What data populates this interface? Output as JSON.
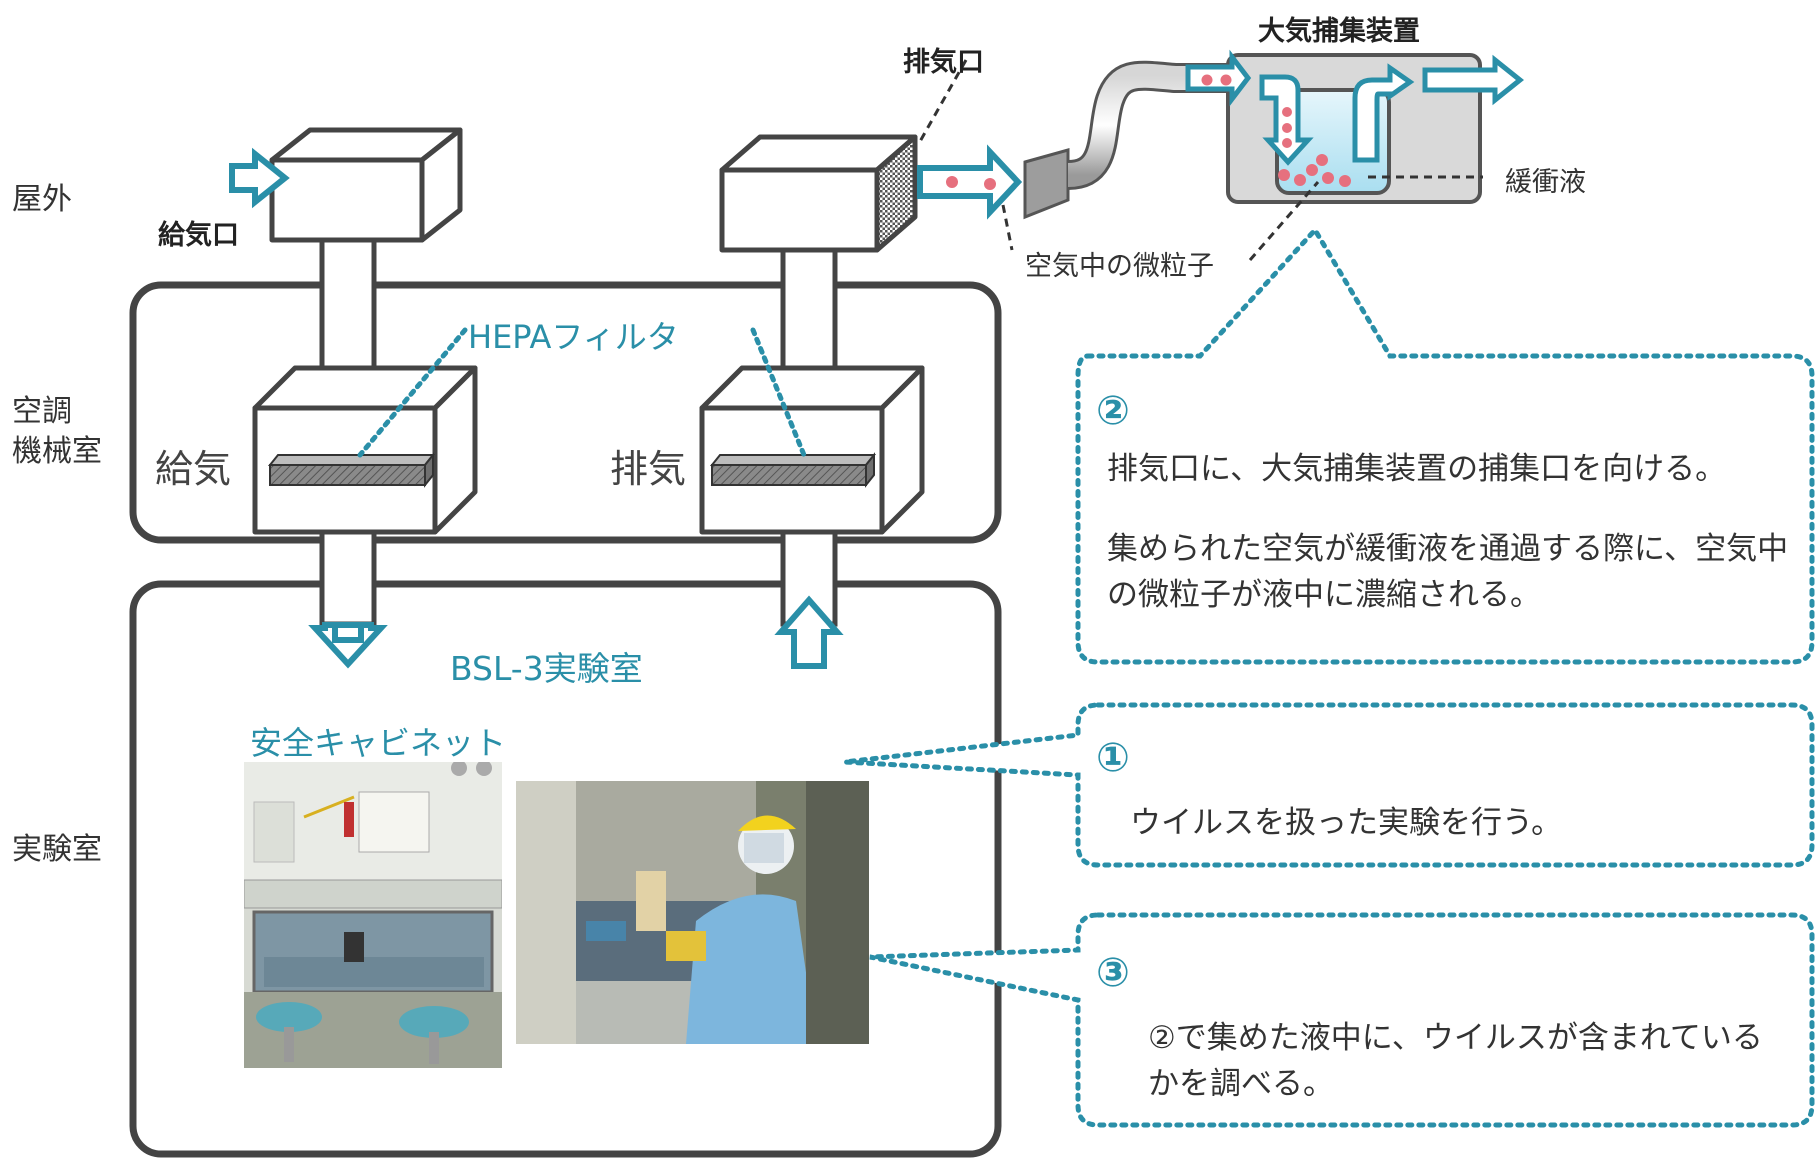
{
  "zones": {
    "outdoor": "屋外",
    "machine_room_1": "空調",
    "machine_room_2": "機械室",
    "lab": "実験室"
  },
  "labels": {
    "supply_inlet": "給気口",
    "exhaust_outlet": "排気口",
    "air_sampler": "大気捕集装置",
    "buffer": "緩衝液",
    "particles": "空気中の微粒子",
    "hepa": "HEPAフィルタ",
    "supply": "給気",
    "exhaust": "排気",
    "bsl3": "BSL-3実験室",
    "cabinet": "安全キャビネット"
  },
  "notes": [
    {
      "num": "①",
      "lines": [
        "ウイルスを扱った実験を行う。"
      ]
    },
    {
      "num": "②",
      "lines": [
        "排気口に、大気捕集装置の捕集口を向ける。",
        "集められた空気が緩衝液を通過する際に、空気中の微粒子が液中に濃縮される。"
      ]
    },
    {
      "num": "③",
      "lines": [
        "②で集めた液中に、ウイルスが含まれているかを調べる。"
      ]
    }
  ],
  "colors": {
    "accent": "#2a8fa8",
    "outline": "#444444",
    "box_fill": "#f2f2f2",
    "particle": "#e6707e"
  },
  "icons": [
    "arrow-right-icon",
    "arrow-down-icon",
    "arrow-up-icon",
    "hepa-filter-icon",
    "duct-icon"
  ]
}
